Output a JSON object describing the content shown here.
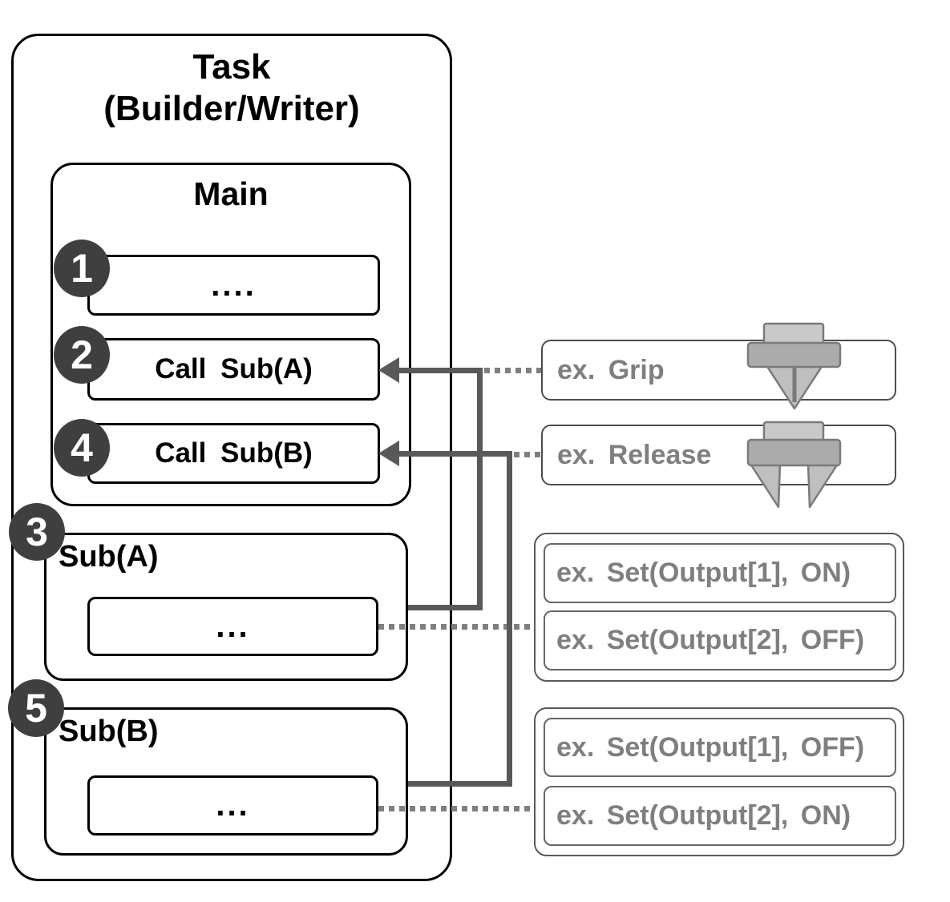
{
  "diagram": {
    "task": {
      "title_line1": "Task",
      "title_line2": "(Builder/Writer)",
      "main": {
        "title": "Main",
        "steps": [
          {
            "badge": "1",
            "label": "...."
          },
          {
            "badge": "2",
            "label": "Call Sub(A)"
          },
          {
            "badge": "4",
            "label": "Call Sub(B)"
          }
        ]
      },
      "subroutines": [
        {
          "badge": "3",
          "title": "Sub(A)",
          "body": "..."
        },
        {
          "badge": "5",
          "title": "Sub(B)",
          "body": "..."
        }
      ]
    },
    "examples": {
      "grip_label": "ex. Grip",
      "release_label": "ex. Release",
      "grip_icon": "gripper-closed-icon",
      "release_icon": "gripper-open-icon",
      "sub_a_outputs": [
        "ex. Set(Output[1], ON)",
        "ex. Set(Output[2], OFF)"
      ],
      "sub_b_outputs": [
        "ex. Set(Output[1], OFF)",
        "ex. Set(Output[2], ON)"
      ]
    },
    "colors": {
      "connector": "#595959",
      "dotted": "#7f7f7f",
      "badge_fill": "#3f3f3f",
      "muted_text": "#7f7f7f",
      "gray_border": "#4d4d4d",
      "gripper_light": "#c9c9c9",
      "gripper_mid": "#ababab",
      "gripper_jaw": "#bfbfbf",
      "gripper_stroke": "#7a7a7a"
    }
  }
}
